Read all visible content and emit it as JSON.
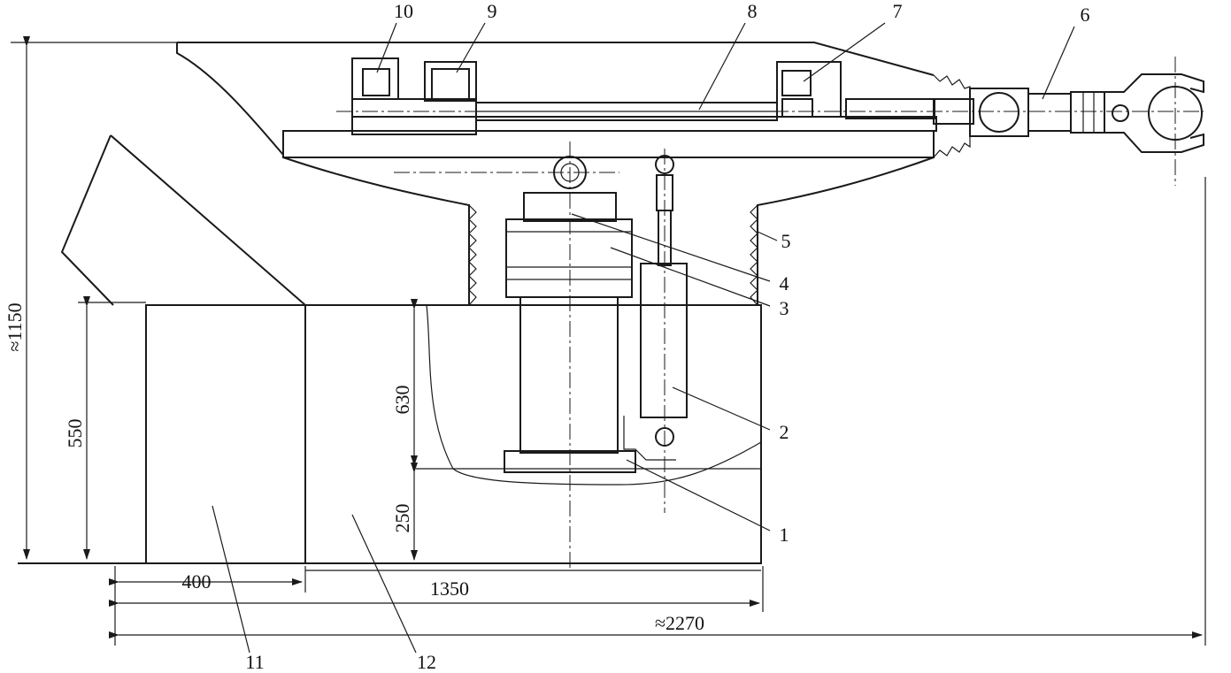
{
  "part_labels": {
    "p1": "1",
    "p2": "2",
    "p3": "3",
    "p4": "4",
    "p5": "5",
    "p6": "6",
    "p7": "7",
    "p8": "8",
    "p9": "9",
    "p10": "10",
    "p11": "11",
    "p12": "12"
  },
  "dimensions": {
    "total_height": "≈1150",
    "base_height": "550",
    "pit_depth_upper": "630",
    "pit_depth_lower": "250",
    "base_width_small": "400",
    "base_width_mid": "1350",
    "total_width": "≈2270"
  }
}
